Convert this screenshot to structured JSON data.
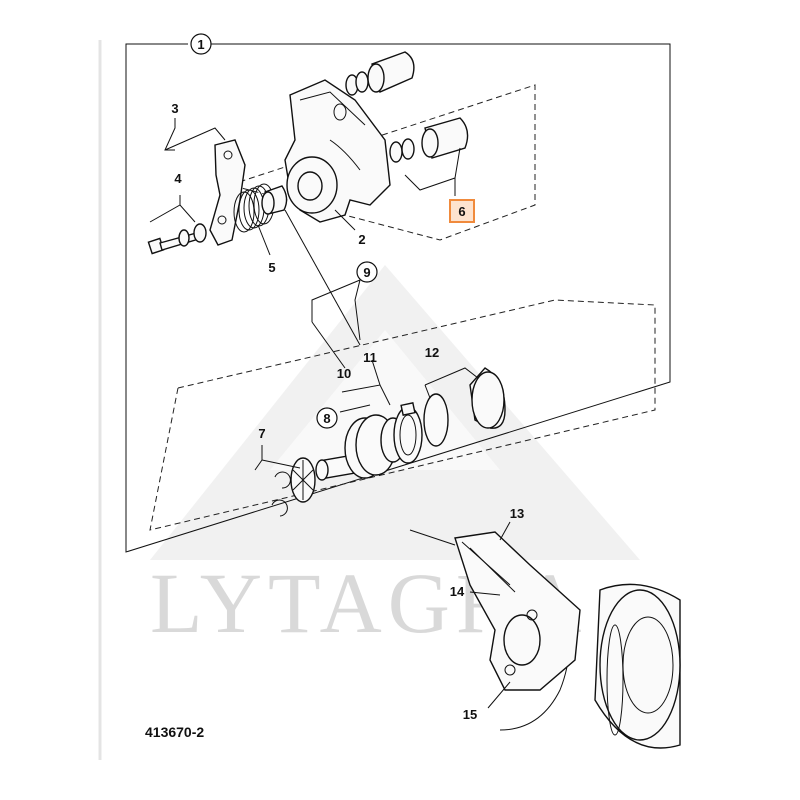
{
  "diagram": {
    "watermark": "LYTAGRA",
    "drawing_number": "413670-2",
    "highlight_color": "#f08a3c",
    "callouts": {
      "c1": "1",
      "c2": "2",
      "c3": "3",
      "c4": "4",
      "c5": "5",
      "c6": "6",
      "c7": "7",
      "c8": "8",
      "c9": "9",
      "c10": "10",
      "c11": "11",
      "c12": "12",
      "c13": "13",
      "c14": "14",
      "c15": "15"
    },
    "highlighted_callout": "6"
  }
}
